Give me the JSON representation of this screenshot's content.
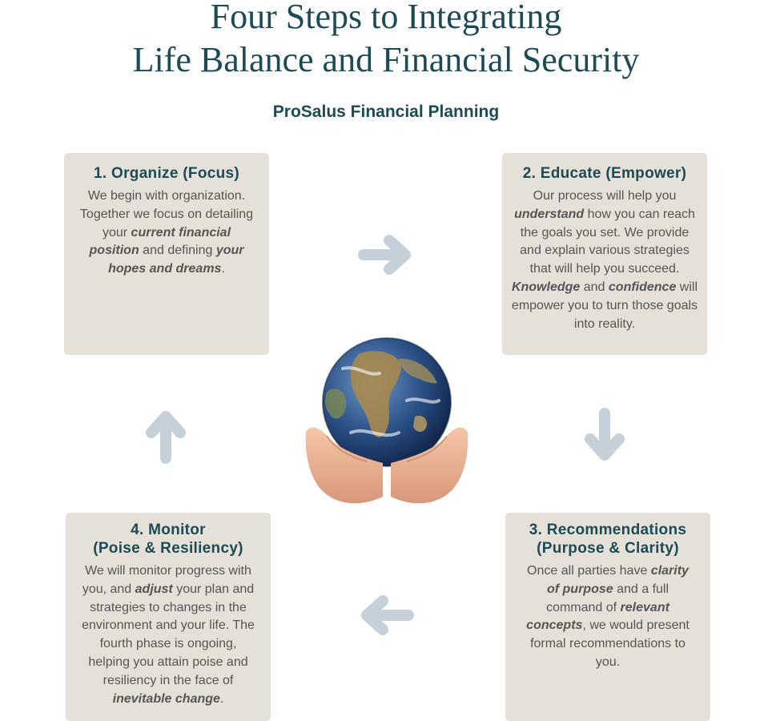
{
  "header": {
    "title_line1": "Four Steps to Integrating",
    "title_line2": "Life Balance and Financial Security",
    "subtitle": "ProSalus Financial Planning"
  },
  "steps": [
    {
      "heading": "1. Organize (Focus)",
      "body": [
        {
          "t": "We begin with organization. Together we focus on detailing your "
        },
        {
          "t": "current financial position",
          "b": true
        },
        {
          "t": " and defining "
        },
        {
          "t": "your hopes and dreams",
          "b": true
        },
        {
          "t": "."
        }
      ]
    },
    {
      "heading": "2. Educate (Empower)",
      "body": [
        {
          "t": "Our process will help you "
        },
        {
          "t": "understand",
          "b": true
        },
        {
          "t": " how you can reach the goals you set. We provide and explain various strategies that will help you succeed. "
        },
        {
          "t": "Knowledge",
          "b": true
        },
        {
          "t": " and "
        },
        {
          "t": "confidence",
          "b": true
        },
        {
          "t": " will empower you to turn those goals into reality."
        }
      ]
    },
    {
      "heading_line1": "3. Recommendations",
      "heading_line2": "(Purpose & Clarity)",
      "body": [
        {
          "t": "Once all parties have "
        },
        {
          "t": "clarity of purpose",
          "b": true
        },
        {
          "t": " and a full command of "
        },
        {
          "t": "relevant concepts",
          "b": true
        },
        {
          "t": ", we would present formal recommendations to you."
        }
      ]
    },
    {
      "heading_line1": "4. Monitor",
      "heading_line2": "(Poise & Resiliency)",
      "body": [
        {
          "t": "We will monitor progress with you, and "
        },
        {
          "t": "adjust",
          "b": true
        },
        {
          "t": " your plan and strategies to changes in the environment and your life. The fourth phase is ongoing, helping you attain poise and resiliency in the face of "
        },
        {
          "t": "inevitable change",
          "b": true
        },
        {
          "t": "."
        }
      ]
    }
  ],
  "colors": {
    "title": "#1c4a55",
    "card_bg": "#e6e1d8",
    "body_text": "#555555",
    "arrow": "#c5d0d8"
  },
  "icons": [
    "arrow-right-icon",
    "arrow-down-icon",
    "arrow-left-icon",
    "arrow-up-icon",
    "globe-in-hands-image"
  ]
}
